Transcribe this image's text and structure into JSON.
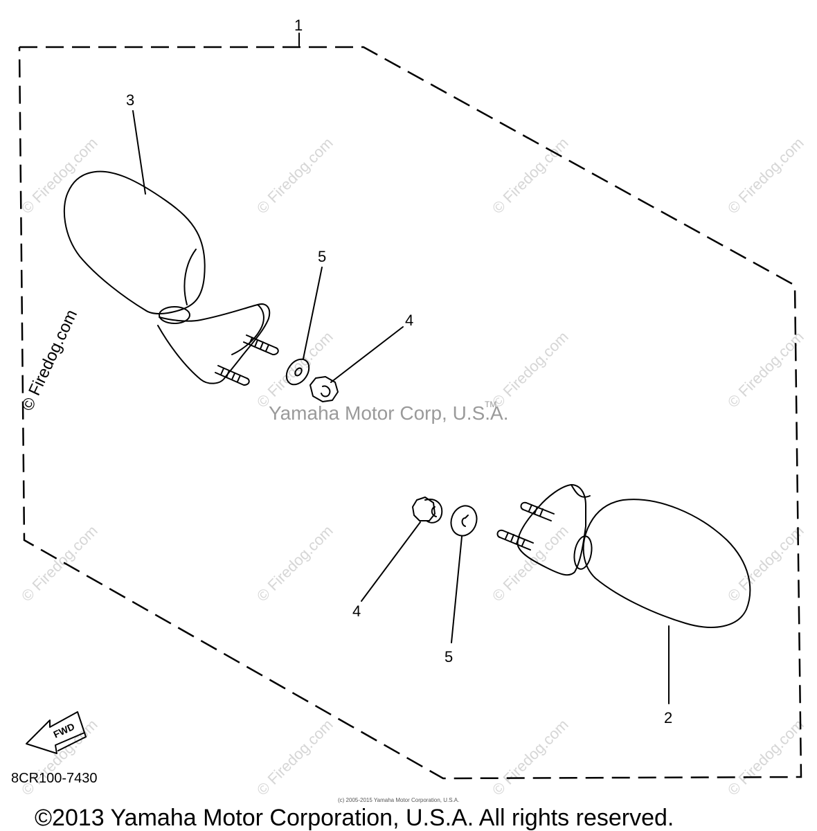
{
  "callouts": {
    "c1": "1",
    "c2": "2",
    "c3": "3",
    "c4_top": "4",
    "c5_top": "5",
    "c4_bottom": "4",
    "c5_bottom": "5"
  },
  "watermark": {
    "text": "© Firedog.com",
    "center_text": "Yamaha Motor Corp, U.S.A.",
    "trademark": "TM",
    "small_credit": "(c) 2005-2015 Yamaha Motor Corporation, U.S.A."
  },
  "figure_code": "8CR100-7430",
  "fwd_label": "FWD",
  "copyright": "©2013 Yamaha Motor Corporation, U.S.A. All rights reserved."
}
